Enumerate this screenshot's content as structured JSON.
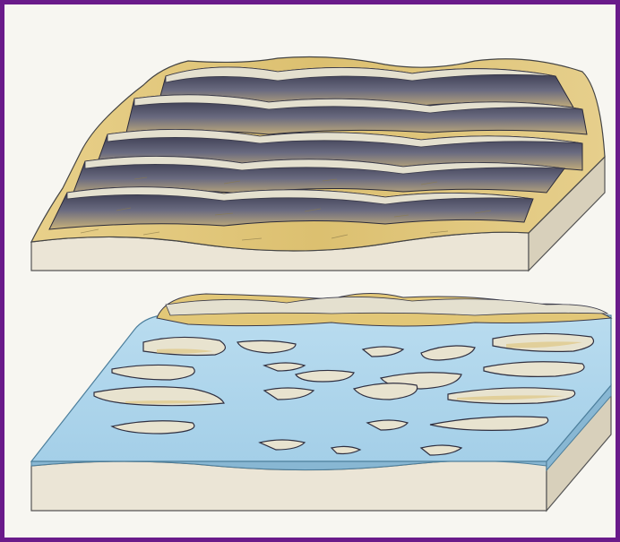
{
  "figure": {
    "frame_color": "#6a1b8a",
    "background_color": "#f7f6f1",
    "panels": [
      {
        "id": "dry-landscape",
        "description_icon": "ridged-terrain-block"
      },
      {
        "id": "flooded-landscape",
        "description_icon": "submerged-terrain-block"
      }
    ],
    "colors": {
      "sand": "#e2c777",
      "ridge_dark": "#3a3a52",
      "ridge_light": "#d9d6c4",
      "base": "#ebe5d6",
      "base_side": "#d8d0bb",
      "water": "#aed6ec",
      "water_side": "#88b7d3"
    }
  }
}
